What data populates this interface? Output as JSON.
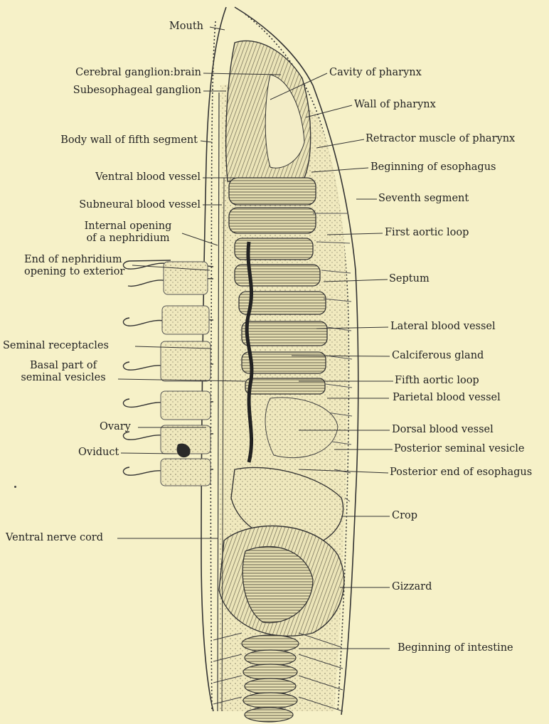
{
  "figure": {
    "labels_left": {
      "mouth": "Mouth",
      "cerebral_ganglion": "Cerebral ganglion:brain",
      "subesophageal_ganglion": "Subesophageal ganglion",
      "body_wall_fifth_segment": "Body wall of fifth segment",
      "ventral_blood_vessel": "Ventral blood vessel",
      "subneural_blood_vessel": "Subneural blood vessel",
      "internal_opening_nephridium_1": "Internal opening",
      "internal_opening_nephridium_2": "of a nephridium",
      "end_of_nephridium_1": "End of nephridium",
      "end_of_nephridium_2": "opening to exterior",
      "seminal_receptacles": "Seminal receptacles",
      "basal_seminal_vesicles_1": "Basal part of",
      "basal_seminal_vesicles_2": "seminal vesicles",
      "ovary": "Ovary",
      "oviduct": "Oviduct",
      "ventral_nerve_cord": "Ventral nerve cord"
    },
    "labels_right": {
      "cavity_of_pharynx": "Cavity of pharynx",
      "wall_of_pharynx": "Wall of pharynx",
      "retractor_muscle": "Retractor muscle of pharynx",
      "beginning_of_esophagus": "Beginning of esophagus",
      "seventh_segment": "Seventh segment",
      "first_aortic_loop": "First aortic loop",
      "septum": "Septum",
      "lateral_blood_vessel": "Lateral blood vessel",
      "calciferous_gland": "Calciferous gland",
      "fifth_aortic_loop": "Fifth aortic loop",
      "parietal_blood_vessel": "Parietal blood vessel",
      "dorsal_blood_vessel": "Dorsal blood vessel",
      "posterior_seminal_vesicle": "Posterior seminal vesicle",
      "posterior_end_esophagus": "Posterior end of esophagus",
      "crop": "Crop",
      "gizzard": "Gizzard",
      "beginning_of_intestine": "Beginning of intestine"
    },
    "colors": {
      "background": "#f6f1c8",
      "ink": "#222222",
      "tissue_shade": "#9a9477",
      "tissue_light": "#ebe4b8"
    }
  }
}
